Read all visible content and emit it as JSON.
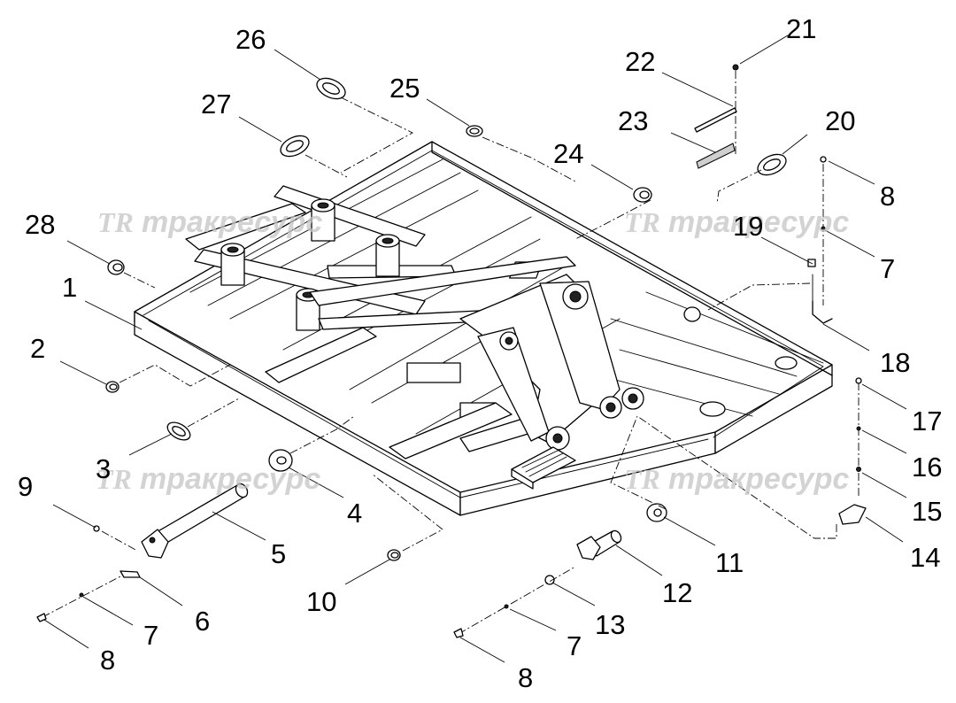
{
  "watermark": {
    "text": "тракресурс",
    "logo": "TR"
  },
  "callouts": [
    {
      "id": "c1",
      "label": "1"
    },
    {
      "id": "c2",
      "label": "2"
    },
    {
      "id": "c3",
      "label": "3"
    },
    {
      "id": "c4",
      "label": "4"
    },
    {
      "id": "c5",
      "label": "5"
    },
    {
      "id": "c6",
      "label": "6"
    },
    {
      "id": "c7a",
      "label": "7"
    },
    {
      "id": "c7b",
      "label": "7"
    },
    {
      "id": "c7c",
      "label": "7"
    },
    {
      "id": "c8a",
      "label": "8"
    },
    {
      "id": "c8b",
      "label": "8"
    },
    {
      "id": "c8c",
      "label": "8"
    },
    {
      "id": "c9",
      "label": "9"
    },
    {
      "id": "c10",
      "label": "10"
    },
    {
      "id": "c11",
      "label": "11"
    },
    {
      "id": "c12",
      "label": "12"
    },
    {
      "id": "c13",
      "label": "13"
    },
    {
      "id": "c14",
      "label": "14"
    },
    {
      "id": "c15",
      "label": "15"
    },
    {
      "id": "c16",
      "label": "16"
    },
    {
      "id": "c17",
      "label": "17"
    },
    {
      "id": "c18",
      "label": "18"
    },
    {
      "id": "c19",
      "label": "19"
    },
    {
      "id": "c20",
      "label": "20"
    },
    {
      "id": "c21",
      "label": "21"
    },
    {
      "id": "c22",
      "label": "22"
    },
    {
      "id": "c23",
      "label": "23"
    },
    {
      "id": "c24",
      "label": "24"
    },
    {
      "id": "c25",
      "label": "25"
    },
    {
      "id": "c26",
      "label": "26"
    },
    {
      "id": "c27",
      "label": "27"
    },
    {
      "id": "c28",
      "label": "28"
    }
  ]
}
